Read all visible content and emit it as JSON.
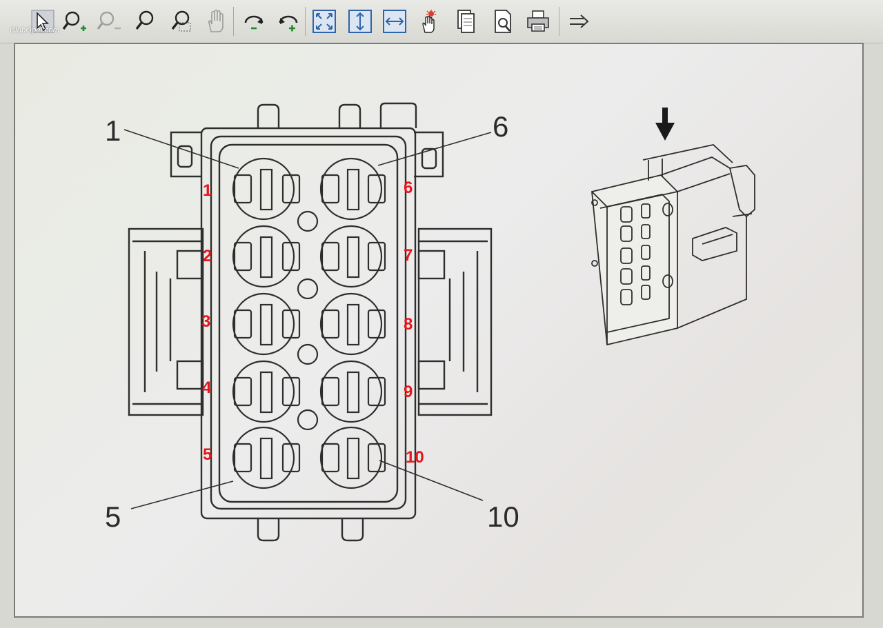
{
  "watermark": "ClubOpel.com",
  "toolbar": {
    "buttons": [
      {
        "name": "select-tool-button",
        "icon": "cursor-arrow-icon"
      },
      {
        "name": "zoom-in-button",
        "icon": "zoom-in-icon"
      },
      {
        "name": "zoom-out-button",
        "icon": "zoom-out-icon"
      },
      {
        "name": "zoom-button",
        "icon": "magnifier-icon"
      },
      {
        "name": "zoom-area-button",
        "icon": "zoom-area-icon"
      },
      {
        "name": "pan-button",
        "icon": "hand-icon"
      },
      {
        "name": "rotate-left-button",
        "icon": "rotate-left-icon"
      },
      {
        "name": "rotate-right-button",
        "icon": "rotate-right-icon"
      },
      {
        "name": "fit-window-button",
        "icon": "fit-window-icon"
      },
      {
        "name": "fit-height-button",
        "icon": "fit-height-icon"
      },
      {
        "name": "fit-width-button",
        "icon": "fit-width-icon"
      },
      {
        "name": "highlight-button",
        "icon": "highlight-icon"
      },
      {
        "name": "pages-button",
        "icon": "pages-icon"
      },
      {
        "name": "print-preview-button",
        "icon": "print-preview-icon"
      },
      {
        "name": "print-button",
        "icon": "printer-icon"
      },
      {
        "name": "next-button",
        "icon": "arrow-right-icon"
      }
    ]
  },
  "diagram": {
    "callouts": [
      {
        "label": "1"
      },
      {
        "label": "6"
      },
      {
        "label": "5"
      },
      {
        "label": "10"
      }
    ],
    "pin_labels": [
      "1",
      "2",
      "3",
      "4",
      "5",
      "6",
      "7",
      "8",
      "9",
      "10"
    ],
    "colors": {
      "pin_label": "#e8151b",
      "line": "#2e2e2e",
      "background": "#ebebe6"
    }
  }
}
